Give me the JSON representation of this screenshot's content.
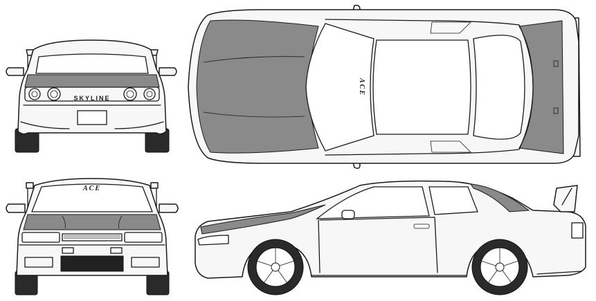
{
  "views": {
    "rear": {
      "badge": "SKYLINE"
    },
    "front": {
      "windshield_text": "ACE"
    },
    "top": {
      "windshield_text": "ACE"
    },
    "side": {}
  },
  "colors": {
    "line": "#1a1a1a",
    "decal": "#8a8a8a",
    "tire": "#2a2a2a",
    "background": "#ffffff"
  }
}
